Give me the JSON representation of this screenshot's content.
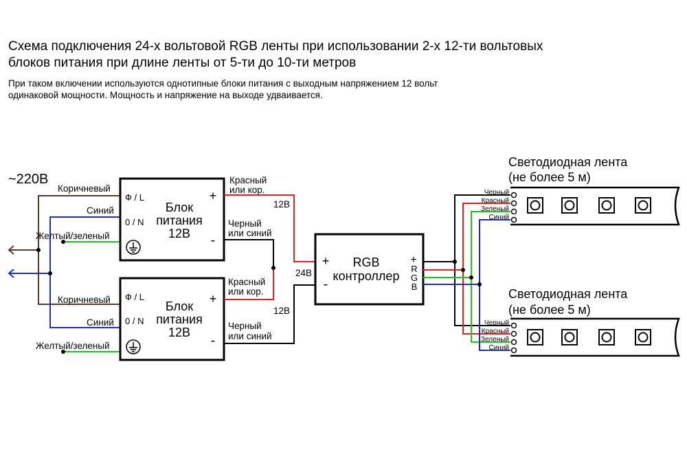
{
  "title": {
    "line1": "Схема подключения 24-х вольтовой RGB ленты при использовании 2-х 12-ти вольтовых",
    "line2": "блоков питания при длине ленты от 5-ти до 10-ти метров"
  },
  "subtitle": {
    "line1": "При таком включении используются однотипные блоки питания с выходным напряжением 12 вольт",
    "line2": "одинаковой мощности. Мощность и напряжение на выходе удваивается."
  },
  "mains": {
    "label": "~220В"
  },
  "input_wires": {
    "brown": "Коричневый",
    "blue": "Синий",
    "yellow_green": "Желтый/зеленый"
  },
  "psu": {
    "title1": "Блок",
    "title2": "питания",
    "title3": "12В",
    "phase": "Ф / L",
    "neutral": "0 / N",
    "plus": "+",
    "minus": "-"
  },
  "output_labels": {
    "red_line1": "Красный",
    "red_line2": "или кор.",
    "black_line1": "Черный",
    "black_line2": "или синий",
    "volt12": "12В",
    "volt24": "24В"
  },
  "controller": {
    "line1": "RGB",
    "line2": "контроллер",
    "plus": "+",
    "minus": "-",
    "out_plus": "+",
    "r": "R",
    "g": "G",
    "b": "B"
  },
  "strip": {
    "title1": "Светодиодная лента",
    "title2": "(не более 5 м)",
    "pins": [
      "Черный",
      "Красный",
      "Зеленый",
      "Синий"
    ]
  },
  "colors": {
    "brown": "#5a3a2e",
    "blue": "#1f2fb4",
    "green": "#22c21f",
    "red": "#e01f1f",
    "black": "#000000"
  }
}
